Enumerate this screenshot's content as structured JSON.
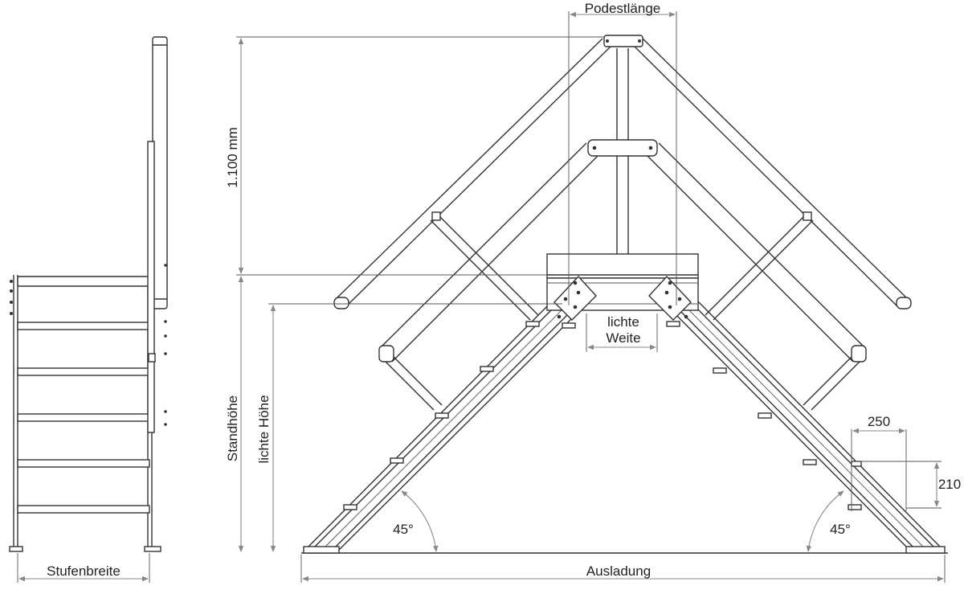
{
  "labels": {
    "podestlaenge": "Podestlänge",
    "height_1100": "1.100 mm",
    "standhoehe": "Standhöhe",
    "lichte_hoehe": "lichte Höhe",
    "lichte_weite_1": "lichte",
    "lichte_weite_2": "Weite",
    "stufenbreite": "Stufenbreite",
    "ausladung": "Ausladung",
    "tread_depth": "250",
    "riser_height": "210",
    "angle_left": "45°",
    "angle_right": "45°"
  },
  "colors": {
    "lines": "#333333",
    "dimensions": "#888888",
    "background": "#ffffff"
  }
}
